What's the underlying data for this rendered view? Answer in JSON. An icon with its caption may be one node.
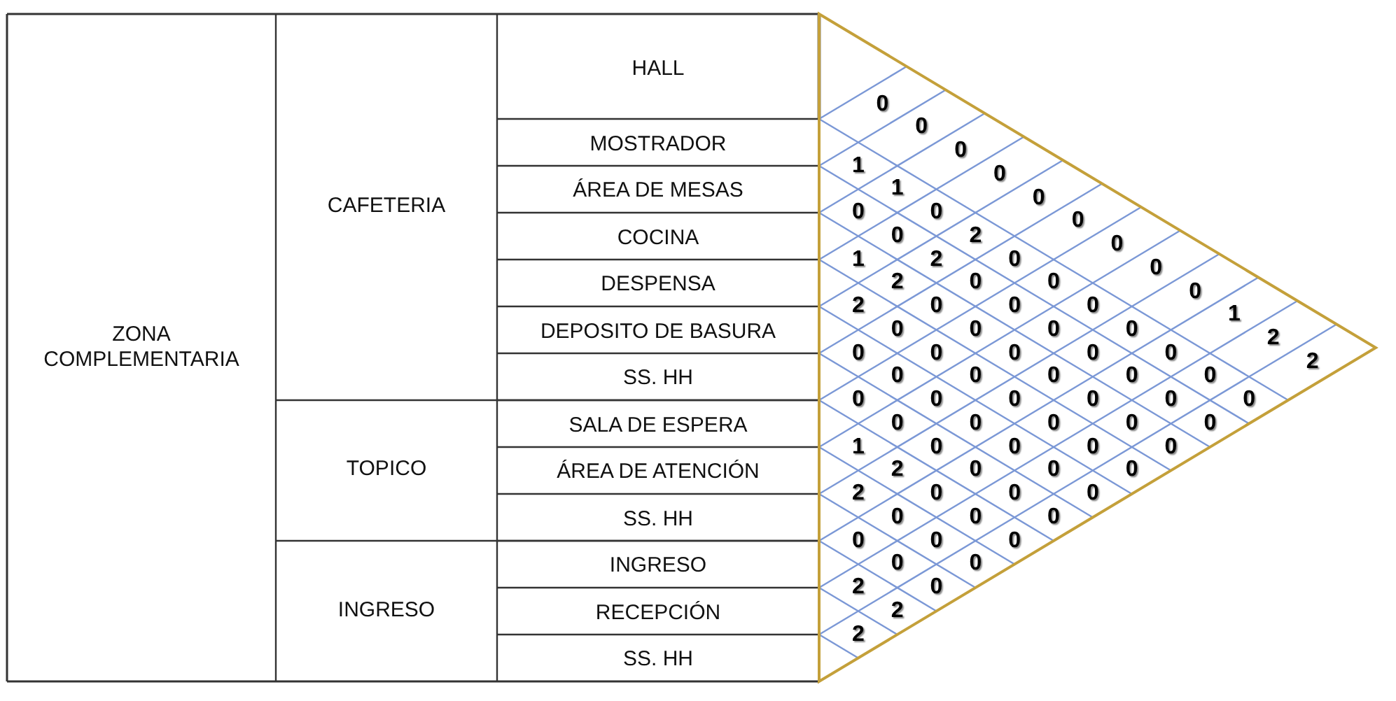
{
  "diagram": {
    "labels": [
      "ZONA COMPLEMENTARIA",
      "CAFETERIA",
      "HALL",
      "MOSTRADOR",
      "ÁREA DE MESAS",
      "COCINA",
      "DESPENSA",
      "DEPOSITO DE BASURA",
      "SS. HH",
      "TOPICO",
      "SALA DE ESPERA",
      "ÁREA DE ATENCIÓN",
      "SS. HH",
      "INGRESO",
      "INGRESO",
      "RECEPCIÓN",
      "SS. HH",
      "0",
      "0",
      "0",
      "0",
      "0",
      "0",
      "0",
      "0",
      "0",
      "1",
      "2",
      "2",
      "1",
      "1",
      "0",
      "2",
      "0",
      "0",
      "0",
      "0",
      "0",
      "0",
      "0",
      "0",
      "0",
      "2",
      "0",
      "0",
      "0",
      "0",
      "0",
      "0",
      "0",
      "1",
      "2",
      "0",
      "0",
      "0",
      "0",
      "0",
      "0",
      "0",
      "2",
      "0",
      "0",
      "0",
      "0",
      "0",
      "0",
      "0",
      "0",
      "0",
      "0",
      "0",
      "0",
      "0",
      "0",
      "0",
      "0",
      "0",
      "0",
      "0",
      "0",
      "1",
      "2",
      "0",
      "0",
      "0",
      "2",
      "0",
      "0",
      "0",
      "0",
      "0",
      "0",
      "2",
      "2",
      "2"
    ]
  }
}
